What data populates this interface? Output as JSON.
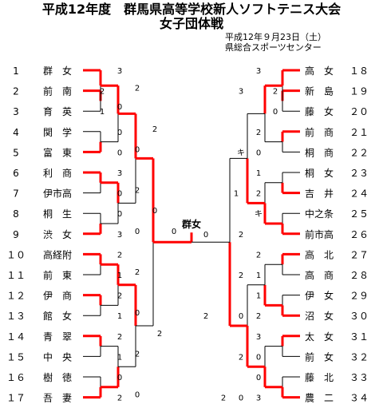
{
  "title": "平成12年度　群馬県高等学校新人ソフトテニス大会",
  "subtitle": "女子団体戦",
  "date": "平成12年９月23日（土）",
  "venue": "県総合スポーツセンター",
  "champion": "群女",
  "left_teams": [
    {
      "no": "1",
      "name": "群　女"
    },
    {
      "no": "2",
      "name": "前　南"
    },
    {
      "no": "3",
      "name": "育　英"
    },
    {
      "no": "4",
      "name": "関　学"
    },
    {
      "no": "5",
      "name": "富　東"
    },
    {
      "no": "6",
      "name": "利　商"
    },
    {
      "no": "7",
      "name": "伊市高"
    },
    {
      "no": "8",
      "name": "桐　生"
    },
    {
      "no": "9",
      "name": "渋　女"
    },
    {
      "no": "１０",
      "name": "高経附"
    },
    {
      "no": "１１",
      "name": "前　東"
    },
    {
      "no": "１２",
      "name": "伊　商"
    },
    {
      "no": "１３",
      "name": "館　女"
    },
    {
      "no": "１４",
      "name": "青　翠"
    },
    {
      "no": "１５",
      "name": "中　央"
    },
    {
      "no": "１６",
      "name": "樹　徳"
    },
    {
      "no": "１７",
      "name": "吾　妻"
    }
  ],
  "right_teams": [
    {
      "name": "高　女",
      "no": "１８"
    },
    {
      "name": "新　島",
      "no": "１９"
    },
    {
      "name": "藤　女",
      "no": "２０"
    },
    {
      "name": "前　商",
      "no": "２１"
    },
    {
      "name": "桐　商",
      "no": "２２"
    },
    {
      "name": "桐　女",
      "no": "２３"
    },
    {
      "name": "吉　井",
      "no": "２４"
    },
    {
      "name": "中之条",
      "no": "２５"
    },
    {
      "name": "前市高",
      "no": "２６"
    },
    {
      "name": "高　北",
      "no": "２７"
    },
    {
      "name": "高　商",
      "no": "２８"
    },
    {
      "name": "伊　女",
      "no": "２９"
    },
    {
      "name": "沼　女",
      "no": "３０"
    },
    {
      "name": "太　女",
      "no": "３１"
    },
    {
      "name": "前　女",
      "no": "３２"
    },
    {
      "name": "藤　北",
      "no": "３３"
    },
    {
      "name": "農　二",
      "no": "３４"
    }
  ],
  "left_scores": [
    {
      "v": "3"
    },
    {
      "v": "2"
    },
    {
      "v": "0"
    },
    {
      "v": "1"
    },
    {
      "v": "0"
    },
    {
      "v": "0"
    },
    {
      "v": "3"
    },
    {
      "v": "0"
    },
    {
      "v": "0"
    },
    {
      "v": "3"
    },
    {
      "v": "2"
    },
    {
      "v": "1"
    },
    {
      "v": "2"
    },
    {
      "v": "1"
    },
    {
      "v": "2"
    },
    {
      "v": "1"
    },
    {
      "v": "0"
    },
    {
      "v": "2"
    },
    {
      "v": "2"
    },
    {
      "v": "0"
    },
    {
      "v": "2"
    },
    {
      "v": "0"
    },
    {
      "v": "2"
    },
    {
      "v": "0"
    },
    {
      "v": "2"
    },
    {
      "v": "0"
    },
    {
      "v": "2"
    },
    {
      "v": "0"
    },
    {
      "v": "2"
    },
    {
      "v": "0"
    }
  ],
  "right_scores": [
    {
      "v": "3"
    },
    {
      "v": "2"
    },
    {
      "v": "3"
    },
    {
      "v": "0"
    },
    {
      "v": "2"
    },
    {
      "v": "0"
    },
    {
      "v": "キ"
    },
    {
      "v": "1"
    },
    {
      "v": "2"
    },
    {
      "v": "キ"
    },
    {
      "v": "1"
    },
    {
      "v": "2"
    },
    {
      "v": "2"
    },
    {
      "v": "1"
    },
    {
      "v": "1"
    },
    {
      "v": "2"
    },
    {
      "v": "2"
    },
    {
      "v": "0"
    },
    {
      "v": "0"
    },
    {
      "v": "3"
    },
    {
      "v": "0"
    },
    {
      "v": "0"
    },
    {
      "v": "3"
    },
    {
      "v": "2"
    },
    {
      "v": "0"
    },
    {
      "v": "2"
    },
    {
      "v": "2"
    }
  ],
  "colors": {
    "winner": "#ff0000",
    "loser": "#000000"
  }
}
